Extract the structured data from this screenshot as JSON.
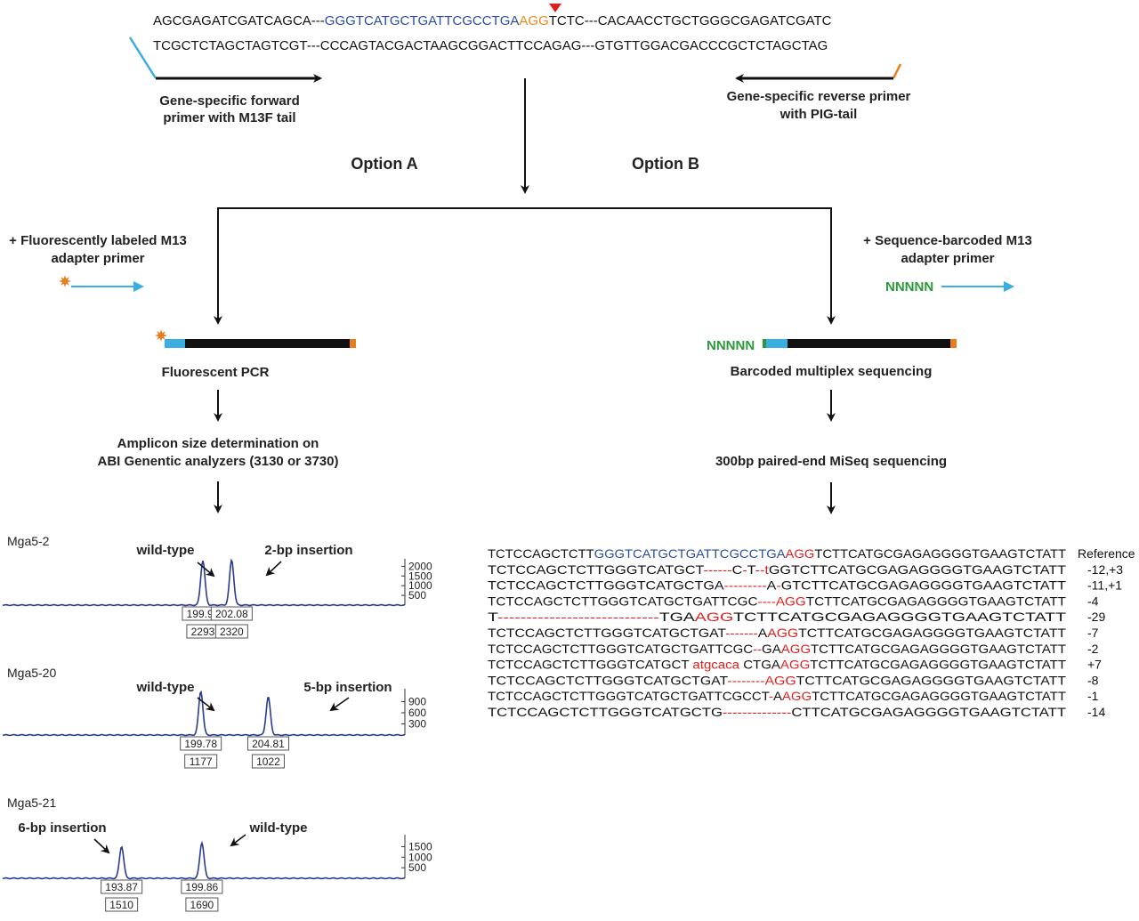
{
  "top_sequence": {
    "line1": [
      {
        "t": "AGCGAGATCGATCAGCA---",
        "c": "#111111"
      },
      {
        "t": "GGGTCATGCTGATTCGCCTGA",
        "c": "#2b4da0"
      },
      {
        "t": "AGG",
        "c": "#e8891a"
      },
      {
        "t": "TCTC---CACAACCTGCTGGGCGAGATCGATC",
        "c": "#111111"
      }
    ],
    "line2": "TCGCTCTAGCTAGTCGT---CCCAGTACGACTAAGCGGACTTCCAGAG---GTGTTGGACGACCCGCTCTAGCTAG"
  },
  "primers": {
    "forward": [
      "Gene-specific forward",
      "primer with M13F tail"
    ],
    "reverse": [
      "Gene-specific reverse primer",
      "with PIG-tail"
    ]
  },
  "options": {
    "a": "Option A",
    "b": "Option B"
  },
  "left_branch": {
    "adapter": [
      "+ Fluorescently labeled M13",
      "adapter primer"
    ],
    "step1": "Fluorescent PCR",
    "step2": [
      "Amplicon size determination on",
      "ABI Genentic analyzers (3130 or 3730)"
    ]
  },
  "right_branch": {
    "adapter": [
      "+ Sequence-barcoded M13",
      "adapter primer"
    ],
    "barcode": "NNNNN",
    "step1": "Barcoded multiplex sequencing",
    "step2": "300bp paired-end MiSeq sequencing"
  },
  "colors": {
    "m13_tail": "#3aaee0",
    "pig_tail": "#e87d1e",
    "barcode": "#2a9a3a",
    "trace": "#2b3b8f",
    "sgrna": "#2b4da0",
    "pam": "#e8891a",
    "mutation": "#e02020",
    "cut_site": "#e02020",
    "fluor_star": "#e87d1e"
  },
  "chart_data": [
    {
      "type": "line",
      "sample": "Mga5-2",
      "yticks": [
        500,
        1000,
        1500,
        2000
      ],
      "ylim": [
        0,
        2200
      ],
      "xlim": [
        185,
        215
      ],
      "peaks": [
        {
          "size": "199.93",
          "height": "2293",
          "x": 199.93,
          "y": 2293,
          "label": "wild-type"
        },
        {
          "size": "202.08",
          "height": "2320",
          "x": 202.08,
          "y": 2320,
          "label": "2-bp insertion"
        }
      ]
    },
    {
      "type": "line",
      "sample": "Mga5-20",
      "yticks": [
        300,
        600,
        900
      ],
      "ylim": [
        0,
        1150
      ],
      "xlim": [
        185,
        215
      ],
      "peaks": [
        {
          "size": "199.78",
          "height": "1177",
          "x": 199.78,
          "y": 1177,
          "label": "wild-type"
        },
        {
          "size": "204.81",
          "height": "1022",
          "x": 204.81,
          "y": 1022,
          "label": "5-bp insertion"
        }
      ]
    },
    {
      "type": "line",
      "sample": "Mga5-21",
      "yticks": [
        500,
        1000,
        1500
      ],
      "ylim": [
        0,
        1900
      ],
      "xlim": [
        185,
        215
      ],
      "peaks": [
        {
          "size": "193.87",
          "height": "1510",
          "x": 193.87,
          "y": 1510,
          "label": "6-bp insertion"
        },
        {
          "size": "199.86",
          "height": "1690",
          "x": 199.86,
          "y": 1690,
          "label": "wild-type"
        }
      ]
    }
  ],
  "alignment": [
    {
      "segs": [
        {
          "t": "TCTCCAGCTCTT",
          "c": "#111111"
        },
        {
          "t": "GGGTCATGCTGATTCGCCTGA",
          "c": "#2b4da0"
        },
        {
          "t": "AGG",
          "c": "#e02020"
        },
        {
          "t": "TCTTCATGCGAGAGGGGTGAAGTCTATT",
          "c": "#111111"
        }
      ],
      "m": "Reference"
    },
    {
      "segs": [
        {
          "t": "TCTCCAGCTCTTGGGTCATGCT",
          "c": "#111111"
        },
        {
          "t": "------",
          "c": "#e02020"
        },
        {
          "t": "C",
          "c": "#111111"
        },
        {
          "t": "-",
          "c": "#e02020"
        },
        {
          "t": "T",
          "c": "#111111"
        },
        {
          "t": "--t",
          "c": "#e02020"
        },
        {
          "t": "GGTCTTCATGCGAGAGGGGTGAAGTCTATT",
          "c": "#111111"
        }
      ],
      "m": "-12,+3"
    },
    {
      "segs": [
        {
          "t": "TCTCCAGCTCTTGGGTCATGCTGA",
          "c": "#111111"
        },
        {
          "t": "---------",
          "c": "#e02020"
        },
        {
          "t": "A",
          "c": "#111111"
        },
        {
          "t": "-",
          "c": "#e02020"
        },
        {
          "t": "GTCTTCATGCGAGAGGGGTGAAGTCTATT",
          "c": "#111111"
        }
      ],
      "m": "-11,+1"
    },
    {
      "segs": [
        {
          "t": "TCTCCAGCTCTTGGGTCATGCTGATTCGC",
          "c": "#111111"
        },
        {
          "t": "----",
          "c": "#e02020"
        },
        {
          "t": "AGG",
          "c": "#e02020"
        },
        {
          "t": "TCTTCATGCGAGAGGGGTGAAGTCTATT",
          "c": "#111111"
        }
      ],
      "m": "-4"
    },
    {
      "segs": [
        {
          "t": "T",
          "c": "#111111"
        },
        {
          "t": "----------------------------",
          "c": "#e02020"
        },
        {
          "t": "TGA",
          "c": "#111111"
        },
        {
          "t": "AGG",
          "c": "#e02020"
        },
        {
          "t": "TCTTCATGCGAGAGGGGTGAAGTCTATT",
          "c": "#111111"
        }
      ],
      "m": "-29"
    },
    {
      "segs": [
        {
          "t": "TCTCCAGCTCTTGGGTCATGCTGAT",
          "c": "#111111"
        },
        {
          "t": "-------",
          "c": "#e02020"
        },
        {
          "t": "A",
          "c": "#111111"
        },
        {
          "t": "AGG",
          "c": "#e02020"
        },
        {
          "t": "TCTTCATGCGAGAGGGGTGAAGTCTATT",
          "c": "#111111"
        }
      ],
      "m": "-7"
    },
    {
      "segs": [
        {
          "t": "TCTCCAGCTCTTGGGTCATGCTGATTCGC",
          "c": "#111111"
        },
        {
          "t": "--",
          "c": "#e02020"
        },
        {
          "t": "GA",
          "c": "#111111"
        },
        {
          "t": "AGG",
          "c": "#e02020"
        },
        {
          "t": "TCTTCATGCGAGAGGGGTGAAGTCTATT",
          "c": "#111111"
        }
      ],
      "m": "-2"
    },
    {
      "segs": [
        {
          "t": "TCTCCAGCTCTTGGGTCATGCT ",
          "c": "#111111"
        },
        {
          "t": "atgcaca",
          "c": "#e02020"
        },
        {
          "t": " CTGA",
          "c": "#111111"
        },
        {
          "t": "AGG",
          "c": "#e02020"
        },
        {
          "t": "TCTTCATGCGAGAGGGGTGAAGTCTATT",
          "c": "#111111"
        }
      ],
      "m": "+7"
    },
    {
      "segs": [
        {
          "t": "TCTCCAGCTCTTGGGTCATGCTGAT",
          "c": "#111111"
        },
        {
          "t": "--------",
          "c": "#e02020"
        },
        {
          "t": "AGG",
          "c": "#e02020"
        },
        {
          "t": "TCTTCATGCGAGAGGGGTGAAGTCTATT",
          "c": "#111111"
        }
      ],
      "m": "-8"
    },
    {
      "segs": [
        {
          "t": "TCTCCAGCTCTTGGGTCATGCTGATTCGCCT",
          "c": "#111111"
        },
        {
          "t": "-",
          "c": "#e02020"
        },
        {
          "t": "A",
          "c": "#111111"
        },
        {
          "t": "AGG",
          "c": "#e02020"
        },
        {
          "t": "TCTTCATGCGAGAGGGGTGAAGTCTATT",
          "c": "#111111"
        }
      ],
      "m": "-1"
    },
    {
      "segs": [
        {
          "t": "TCTCCAGCTCTTGGGTCATGCTG",
          "c": "#111111"
        },
        {
          "t": "--------------",
          "c": "#e02020"
        },
        {
          "t": "CTTCATGCGAGAGGGGTGAAGTCTATT",
          "c": "#111111"
        }
      ],
      "m": "-14"
    }
  ]
}
